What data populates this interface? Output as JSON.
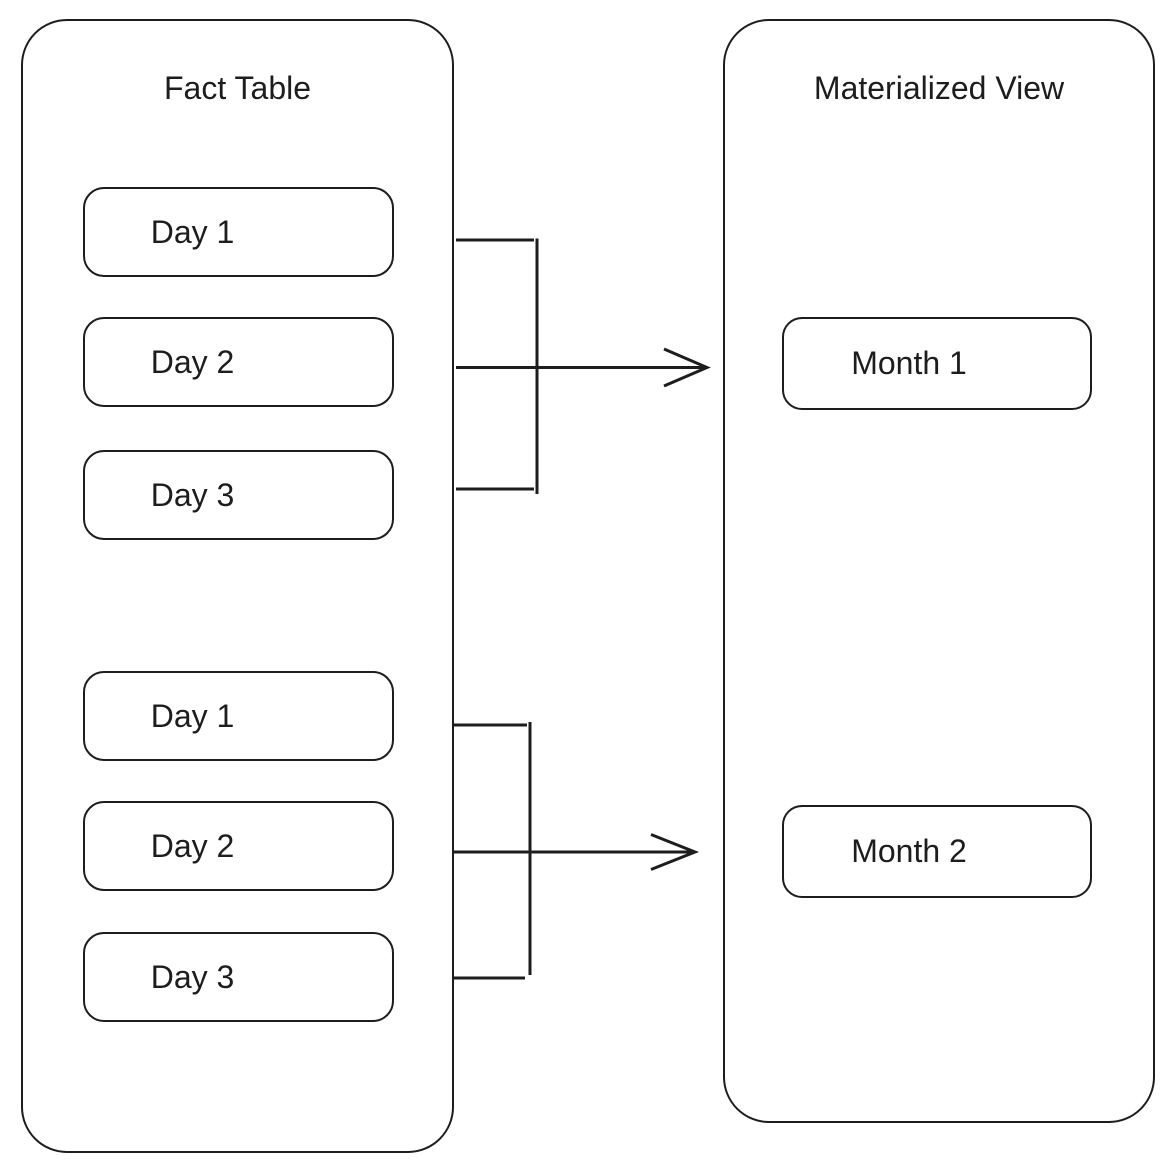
{
  "diagram": {
    "fact_table": {
      "title": "Fact Table",
      "groups": [
        {
          "rows": [
            "Day 1",
            "Day 2",
            "Day 3"
          ]
        },
        {
          "rows": [
            "Day 1",
            "Day 2",
            "Day 3"
          ]
        }
      ]
    },
    "materialized_view": {
      "title": "Materialized View",
      "rows": [
        "Month 1",
        "Month 2"
      ]
    },
    "colors": {
      "line": "#1d1d1d",
      "text": "#1d1d1d",
      "background": "#ffffff"
    }
  }
}
